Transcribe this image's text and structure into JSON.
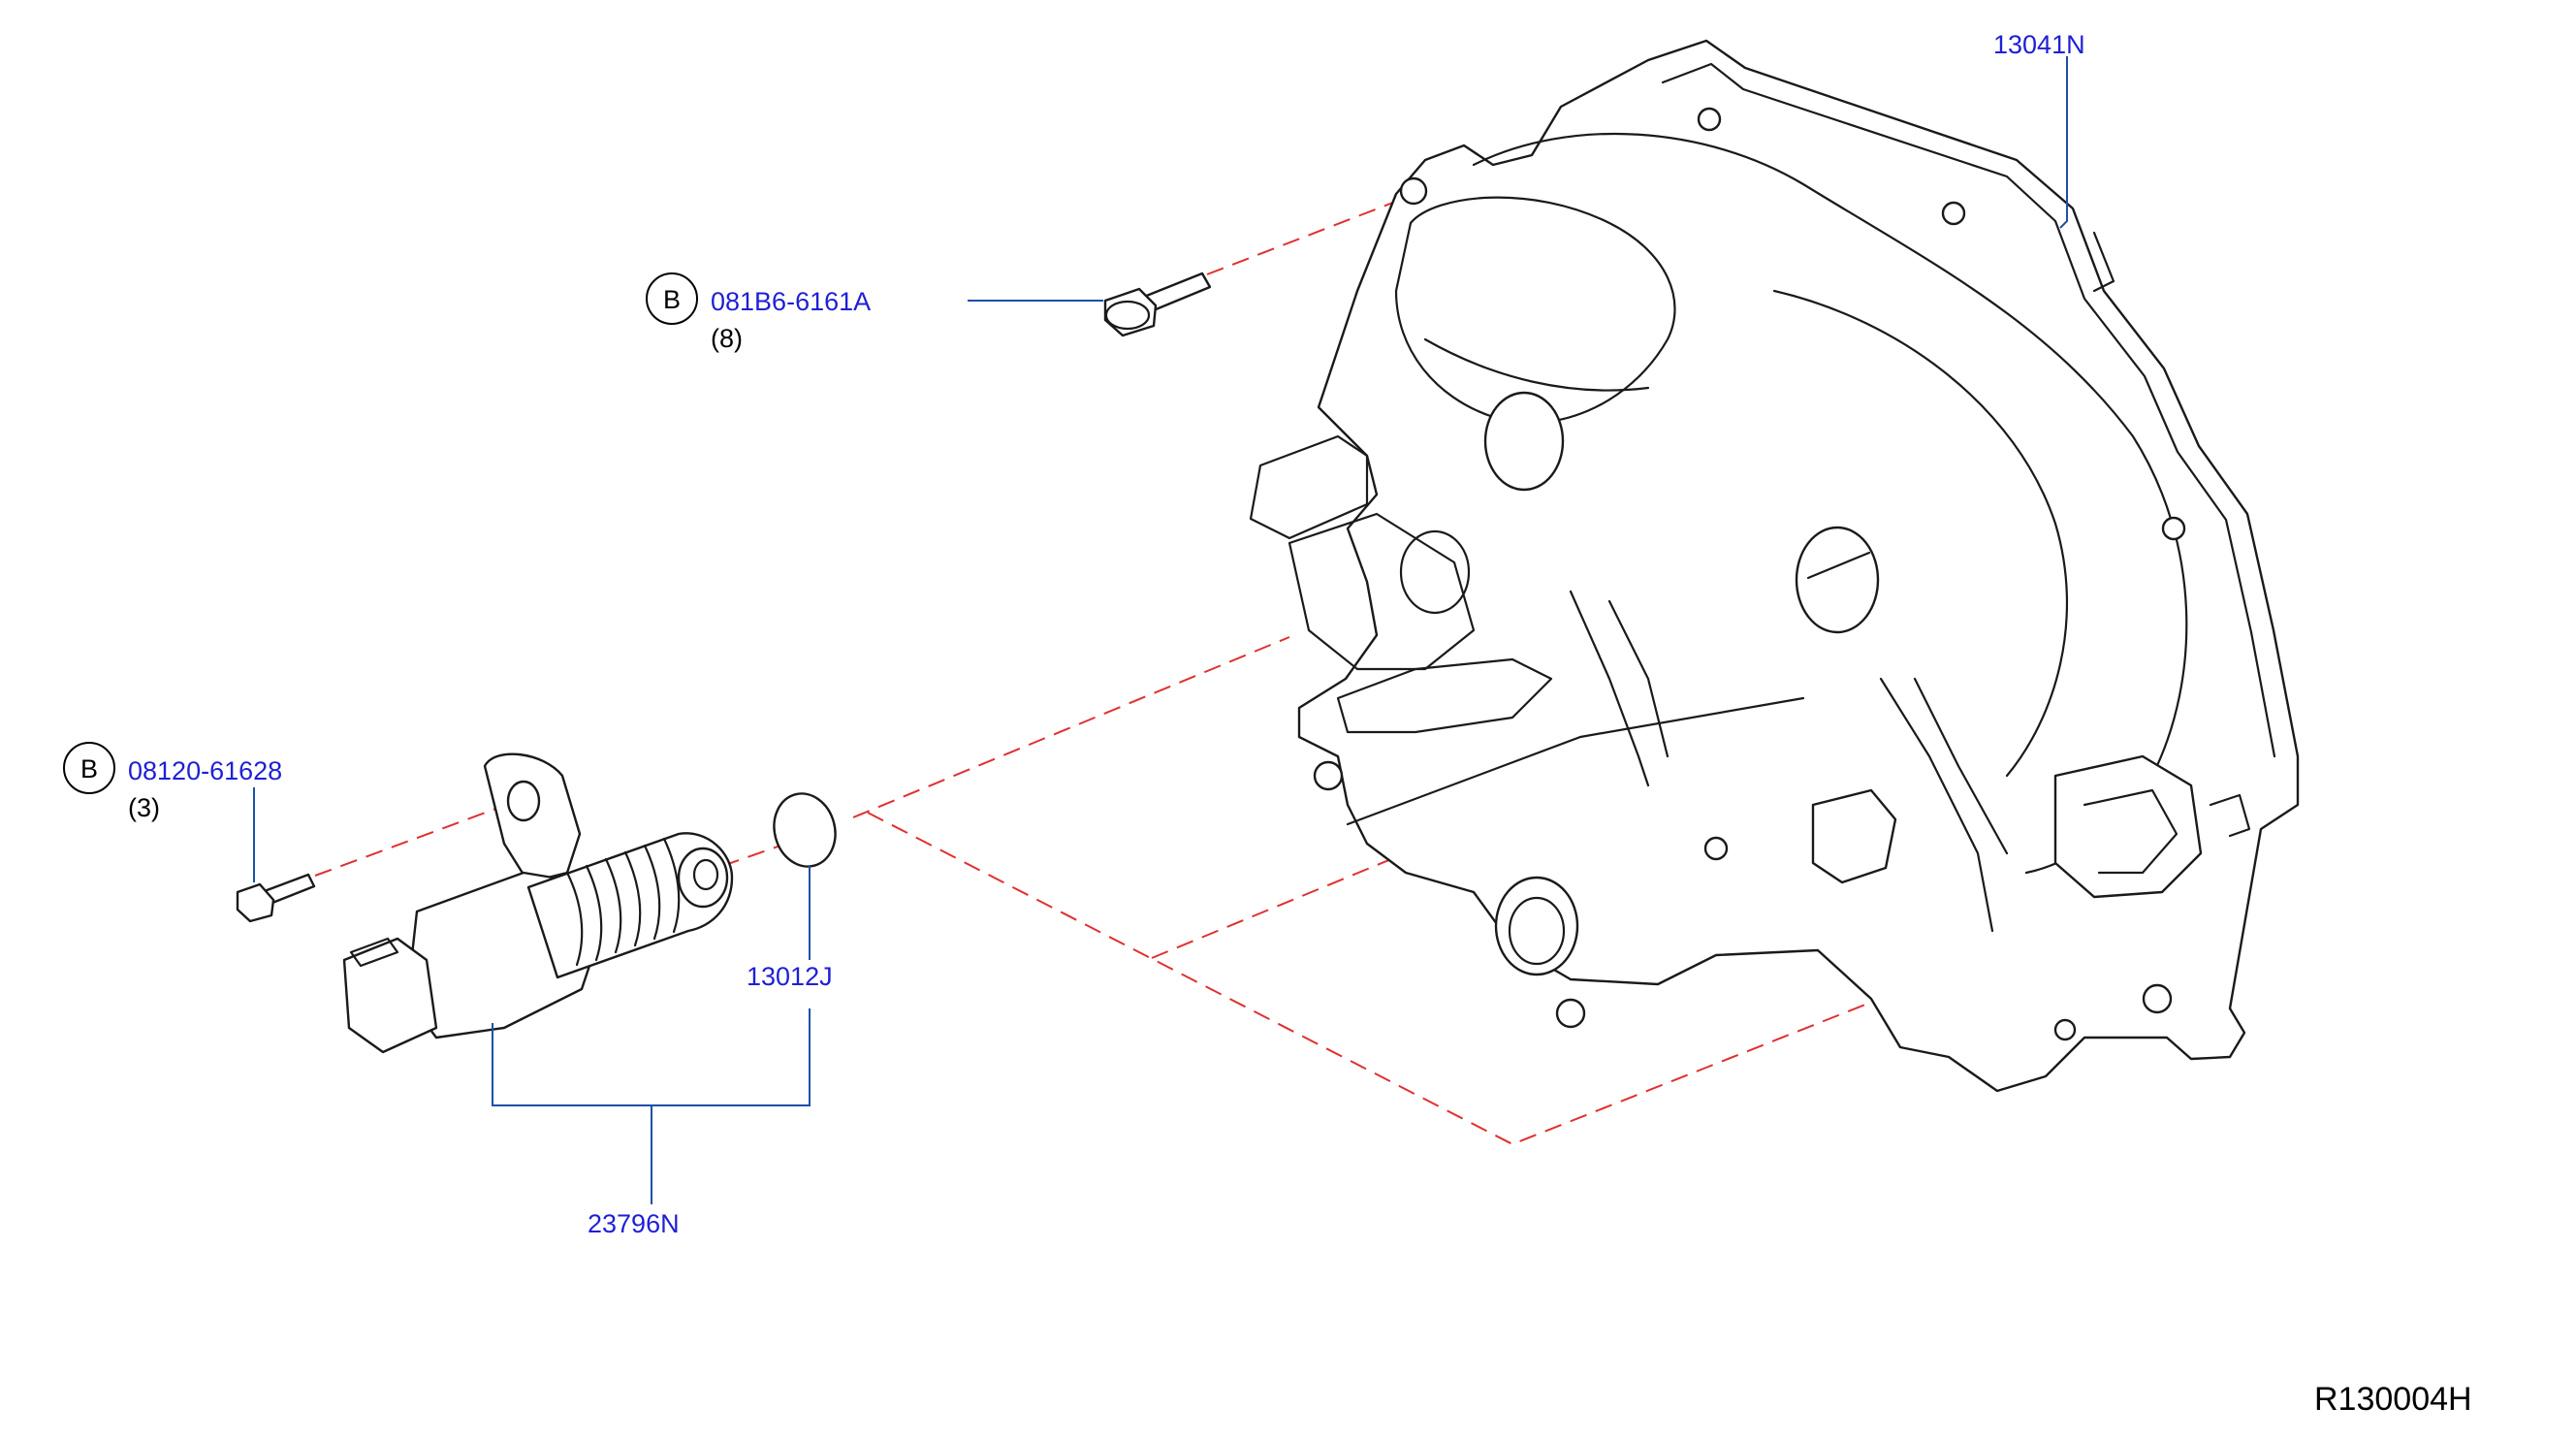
{
  "colors": {
    "part_number": "#1f1fd6",
    "leader_line": "#1e4fa8",
    "phantom_line": "#e03030",
    "line_art": "#1a1a1a",
    "text": "#000000"
  },
  "parts": {
    "cover_gasket": {
      "number": "13041N"
    },
    "upper_bolt": {
      "badge": "B",
      "number": "081B6-6161A",
      "quantity": "(8)"
    },
    "solenoid_bolt": {
      "badge": "B",
      "number": "08120-61628",
      "quantity": "(3)"
    },
    "o_ring": {
      "number": "13012J"
    },
    "valve_timing_solenoid": {
      "number": "23796N"
    }
  },
  "drawing_reference": "R130004H"
}
